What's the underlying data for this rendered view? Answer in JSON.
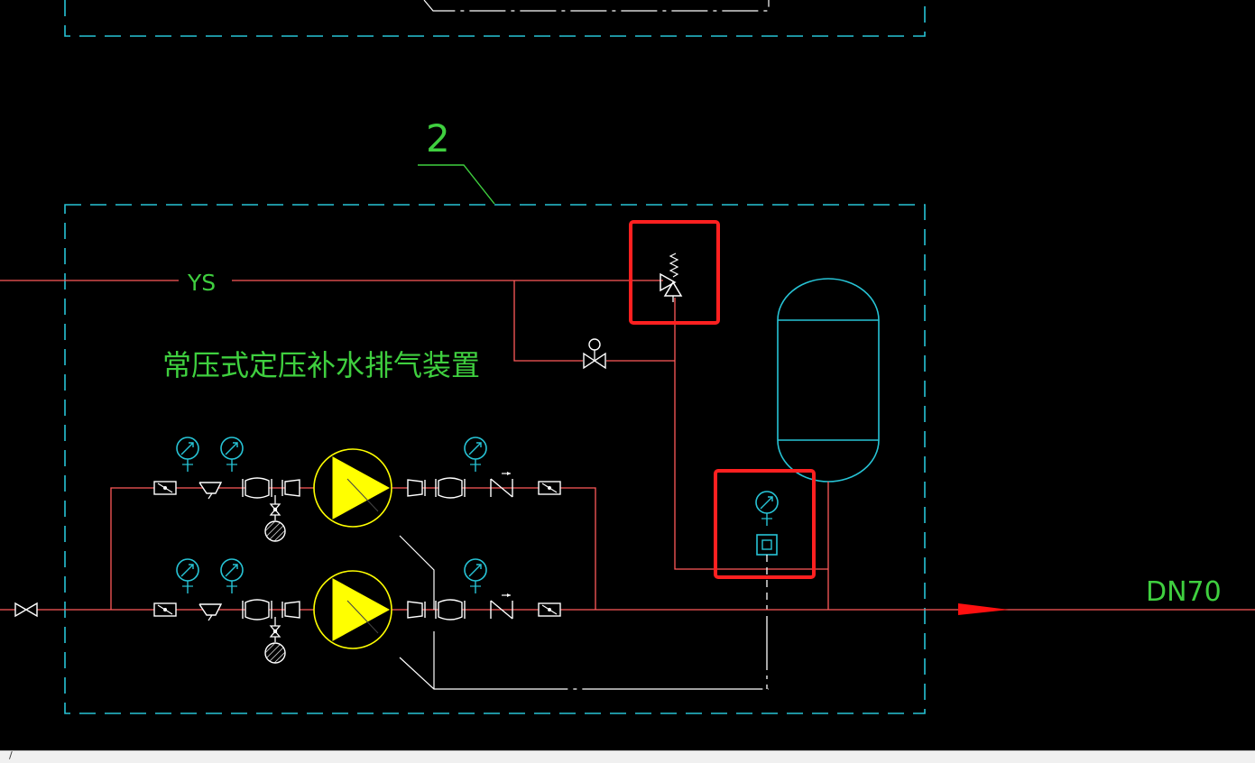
{
  "diagram": {
    "callout_number": "2",
    "line_label_ys": "YS",
    "device_title": "常压式定压补水排气装置",
    "pipe_size_label": "DN70"
  },
  "colors": {
    "background": "#000000",
    "pipe": "#ff5a5a",
    "boundary": "#27c4d6",
    "text": "#3fcf3f",
    "pump_fill": "#ffff00",
    "highlight": "#ff2020",
    "instrument": "#27c4d6",
    "symbol": "#ffffff"
  },
  "statusbar": {
    "mark": "/"
  }
}
